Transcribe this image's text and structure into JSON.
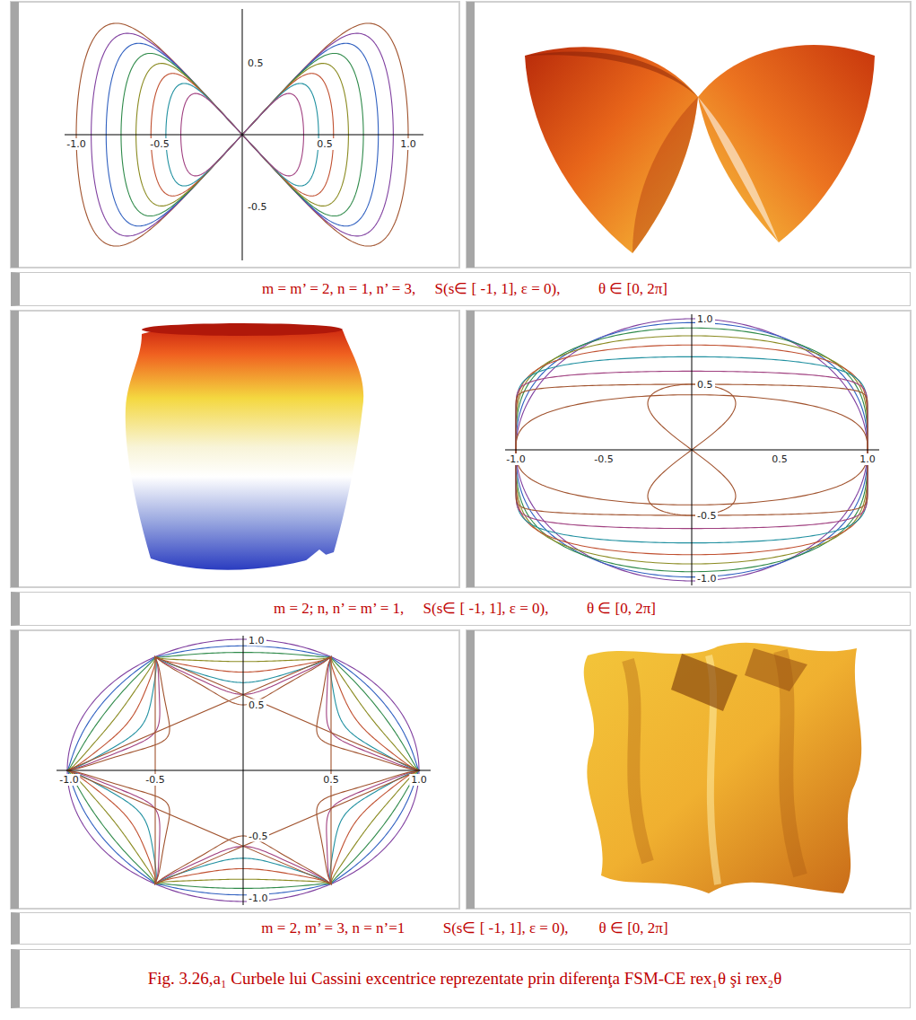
{
  "diagram": {
    "nodes": [
      {
        "text": [
          "m = m’ = 2, n = 1, n’ = 3,     S(s∈ [ -1, 1], ε = 0),          θ ∈ [0, 2π]"
        ]
      },
      {
        "text": [
          "m = 2; n, n’ = m’ = 1,     S(s∈ [ -1, 1], ε = 0),          θ ∈ [0, 2π]"
        ]
      },
      {
        "text": [
          "m = 2, m’ = 3, n = n’=1          S(s∈ [ -1, 1], ε = 0),        θ ∈ [0, 2π]"
        ]
      },
      {
        "text": [
          "Fig. 3.26,a₁ Curbele lui Cassini excentrice reprezentate prin diferenţa FSM-CE rex₁θ şi rex₂θ"
        ]
      }
    ],
    "labels": [
      "0.5",
      "-1.0",
      "-0.5",
      "0.5",
      "1.0",
      "-0.5",
      "1.0",
      "0.5",
      "-1.0",
      "-0.5",
      "0.5",
      "1.0",
      "-0.5",
      "-1.0",
      "1.0",
      "0.5",
      "-1.0",
      "-0.5",
      "0.5",
      "1.0",
      "-0.5",
      "-1.0"
    ]
  }
}
